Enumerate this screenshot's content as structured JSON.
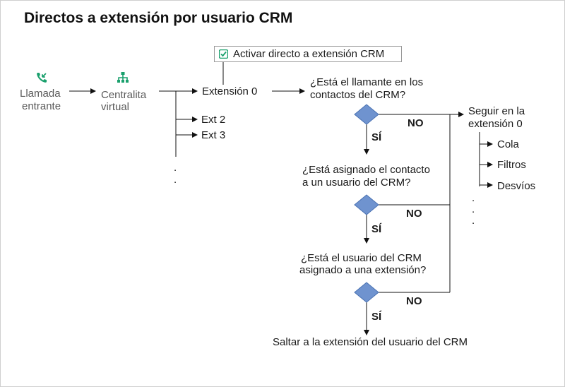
{
  "title": "Directos a extensión por usuario CRM",
  "checkbox": {
    "label": "Activar directo a extensión CRM",
    "checked": true
  },
  "nodes": {
    "incoming": {
      "line1": "Llamada",
      "line2": "entrante",
      "icon": "phone-incoming-icon"
    },
    "pbx": {
      "line1": "Centralita",
      "line2": "virtual",
      "icon": "network-hierarchy-icon"
    },
    "ext0": "Extensión 0",
    "ext2": "Ext 2",
    "ext3": "Ext 3",
    "ellipsis": ".",
    "continue": {
      "line1": "Seguir en la",
      "line2": "extensión 0"
    },
    "queue": "Cola",
    "filters": "Filtros",
    "diversions": "Desvíos",
    "final": "Saltar a la extensión del usuario del CRM"
  },
  "questions": [
    {
      "line1": "¿Está el llamante en los",
      "line2": "contactos del CRM?"
    },
    {
      "line1": "¿Está asignado el contacto",
      "line2": "a un usuario del CRM?"
    },
    {
      "line1": "¿Está el usuario del CRM",
      "line2": "asignado a una extensión?"
    }
  ],
  "branches": {
    "yes": "SÍ",
    "no": "NO"
  },
  "colors": {
    "accent": "#1aa06d",
    "diamond": "#6f93cf",
    "diamond_border": "#4a72b2"
  }
}
